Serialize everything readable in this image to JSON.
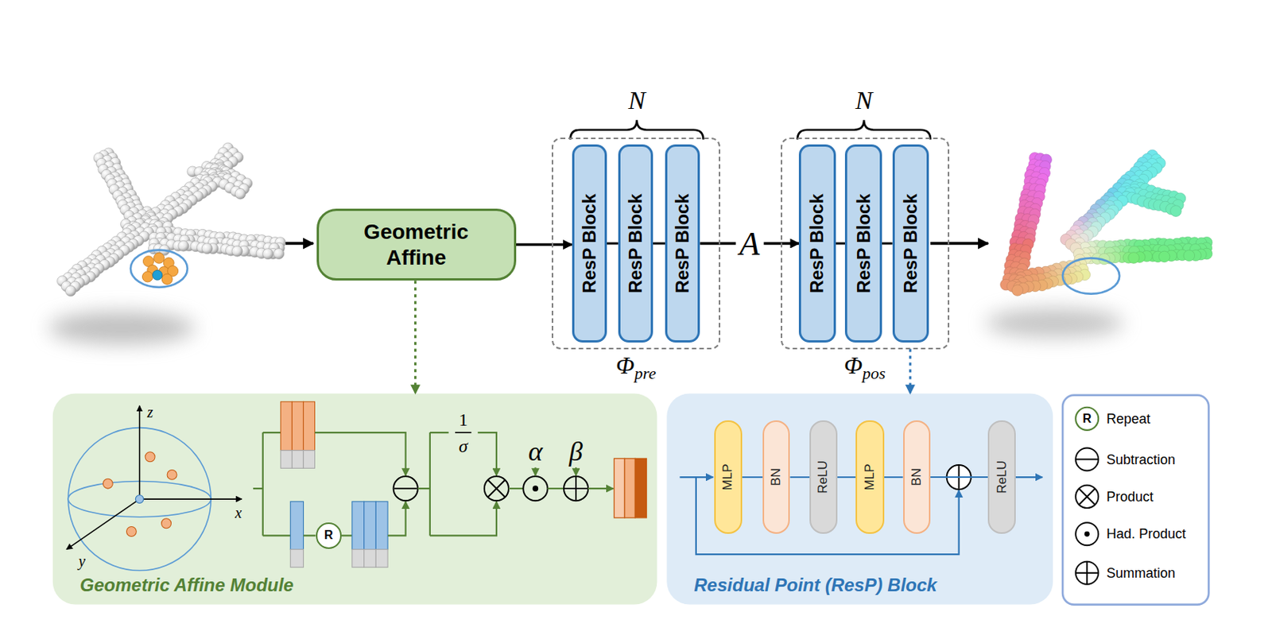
{
  "diagram": {
    "nodes": [
      {
        "text": [
          "Geometric Affine"
        ]
      },
      {
        "text": [
          "Φpre"
        ]
      },
      {
        "text": [
          "ResP Block"
        ],
        "in": 1
      },
      {
        "text": [
          "ResP Block"
        ],
        "in": 1
      },
      {
        "text": [
          "ResP Block"
        ],
        "in": 1
      },
      {
        "text": [
          "Φpos"
        ]
      },
      {
        "text": [
          "ResP Block"
        ],
        "in": 5
      },
      {
        "text": [
          "ResP Block"
        ],
        "in": 5
      },
      {
        "text": [
          "ResP Block"
        ],
        "in": 5
      },
      {
        "text": [
          "Geometric Affine Module"
        ]
      },
      {
        "text": [
          "R"
        ],
        "in": 9
      },
      {
        "text": [
          "Residual Point (ResP) Block"
        ]
      },
      {
        "text": [
          "MLP"
        ],
        "in": 11
      },
      {
        "text": [
          "BN"
        ],
        "in": 11
      },
      {
        "text": [
          "ReLU"
        ],
        "in": 11
      },
      {
        "text": [
          "MLP"
        ],
        "in": 11
      },
      {
        "text": [
          "BN"
        ],
        "in": 11
      },
      {
        "text": [
          "ReLU"
        ],
        "in": 11
      }
    ],
    "edges": [
      {
        "from": 0,
        "to": 2,
        "arrow": "to"
      },
      {
        "from": 2,
        "to": 3,
        "arrow": "none"
      },
      {
        "from": 3,
        "to": 4,
        "arrow": "none"
      },
      {
        "from": 4,
        "to": 6,
        "label": "A",
        "arrow": "to"
      },
      {
        "from": 6,
        "to": 7,
        "arrow": "none"
      },
      {
        "from": 7,
        "to": 8,
        "arrow": "none"
      },
      {
        "from": 0,
        "to": 9,
        "arrow": "to"
      },
      {
        "from": 5,
        "to": 11,
        "arrow": "to"
      },
      {
        "from": 12,
        "to": 13,
        "arrow": "none"
      },
      {
        "from": 13,
        "to": 14,
        "arrow": "none"
      },
      {
        "from": 14,
        "to": 15,
        "arrow": "none"
      },
      {
        "from": 15,
        "to": 16,
        "arrow": "none"
      },
      {
        "from": 16,
        "to": 17,
        "arrow": "none"
      }
    ],
    "labels": [
      "N",
      "N",
      "z",
      "x",
      "y",
      "1",
      "σ",
      "α",
      "β",
      "R"
    ],
    "legend": [
      {
        "text": "Repeat"
      },
      {
        "text": "Subtraction"
      },
      {
        "text": "Product"
      },
      {
        "text": "Had. Product"
      },
      {
        "text": "Summation"
      }
    ]
  }
}
